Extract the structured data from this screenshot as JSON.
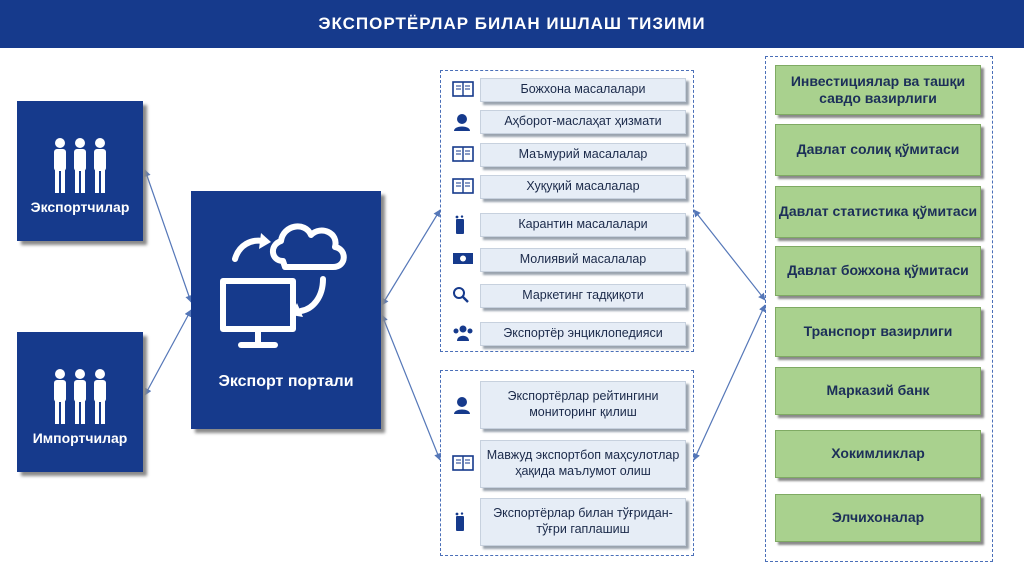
{
  "title": "ЭКСПОРТЁРЛАР БИЛАН ИШЛАШ ТИЗИМИ",
  "actors": {
    "exporters": "Экспортчилар",
    "importers": "Импортчилар"
  },
  "portal": {
    "label": "Экспорт портали"
  },
  "services_top": [
    {
      "label": "Божхона масалалари",
      "icon": "book-icon"
    },
    {
      "label": "Аҳборот-маслаҳат ҳизмати",
      "icon": "support-agent-icon"
    },
    {
      "label": "Маъмурий масалалар",
      "icon": "book-icon"
    },
    {
      "label": "Хуқуқий масалалар",
      "icon": "book-icon"
    },
    {
      "label": "Карантин масалалари",
      "icon": "test-tube-icon"
    },
    {
      "label": "Молиявий масалалар",
      "icon": "money-icon"
    },
    {
      "label": "Маркетинг тадқиқоти",
      "icon": "magnifier-icon"
    },
    {
      "label": "Экспортёр энциклопедияси",
      "icon": "group-icon"
    }
  ],
  "services_bottom": [
    {
      "label": "Экспортёрлар рейтингини мониторинг қилиш",
      "icon": "support-agent-icon"
    },
    {
      "label": "Мавжуд экспортбоп маҳсулотлар ҳақида маълумот олиш",
      "icon": "book-icon"
    },
    {
      "label": "Экспортёрлар билан тўғридан-тўғри гаплашиш",
      "icon": "test-tube-icon"
    }
  ],
  "agencies": [
    "Инвестициялар ва ташқи савдо вазирлиги",
    "Давлат солиқ қўмитаси",
    "Давлат статистика қўмитаси",
    "Давлат божхона қўмитаси",
    "Транспорт вазирлиги",
    "Марказий банк",
    "Хокимликлар",
    "Элчихоналар"
  ],
  "colors": {
    "primary": "#163a8c",
    "agency_fill": "#a9d18e",
    "service_fill": "#e6edf6",
    "connector": "#5577b8"
  }
}
